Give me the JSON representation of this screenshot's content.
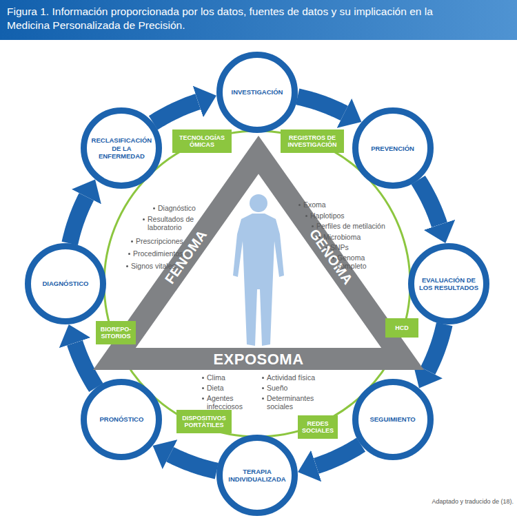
{
  "diagram": {
    "title": "Figura 1. Información proporcionada por los datos, fuentes de datos y su implicación en la Medicina Personalizada de Precisión.",
    "nodes": [
      {
        "text": [
          "INVESTIGACIÓN"
        ]
      },
      {
        "text": [
          "PREVENCIÓN"
        ]
      },
      {
        "text": [
          "EVALUACIÓN DE LOS RESULTADOS"
        ]
      },
      {
        "text": [
          "SEGUIMIENTO"
        ]
      },
      {
        "text": [
          "TERAPIA INDIVIDUALIZADA"
        ]
      },
      {
        "text": [
          "PRONÓSTICO"
        ]
      },
      {
        "text": [
          "DIAGNÓSTICO"
        ]
      },
      {
        "text": [
          "RECLASIFICACIÓN DE LA ENFERMEDAD"
        ]
      },
      {
        "text": [
          "FENOMA",
          "GENOMA",
          "EXPOSOMA"
        ]
      },
      {
        "text": [
          "TECNOLOGÍAS ÓMICAS"
        ]
      },
      {
        "text": [
          "REGISTROS DE INVESTIGACIÓN"
        ]
      },
      {
        "text": [
          "BIOREPO- SITORIOS"
        ]
      },
      {
        "text": [
          "HCD"
        ]
      },
      {
        "text": [
          "DISPOSITIVOS PORTÁTILES"
        ]
      },
      {
        "text": [
          "REDES SOCIALES"
        ]
      }
    ],
    "edges": [
      {
        "from": 0,
        "to": 1,
        "arrow": "to"
      },
      {
        "from": 1,
        "to": 2,
        "arrow": "to"
      },
      {
        "from": 2,
        "to": 3,
        "arrow": "to"
      },
      {
        "from": 3,
        "to": 4,
        "arrow": "to"
      },
      {
        "from": 4,
        "to": 5,
        "arrow": "to"
      },
      {
        "from": 5,
        "to": 6,
        "arrow": "to"
      },
      {
        "from": 6,
        "to": 7,
        "arrow": "to"
      },
      {
        "from": 7,
        "to": 0,
        "arrow": "to"
      }
    ],
    "labels": [
      "Diagnóstico",
      "Resultados de laboratorio",
      "Prescripciones",
      "Procedimientos",
      "Signos vitales",
      "Exoma",
      "Haplotipos",
      "Perfiles de metilación",
      "Microbioma",
      "SNPs",
      "Genoma completo",
      "Clima",
      "Dieta",
      "Agentes infecciosos",
      "Actividad física",
      "Sueño",
      "Determinantes sociales",
      "Adaptado y traducido de (18)."
    ]
  }
}
